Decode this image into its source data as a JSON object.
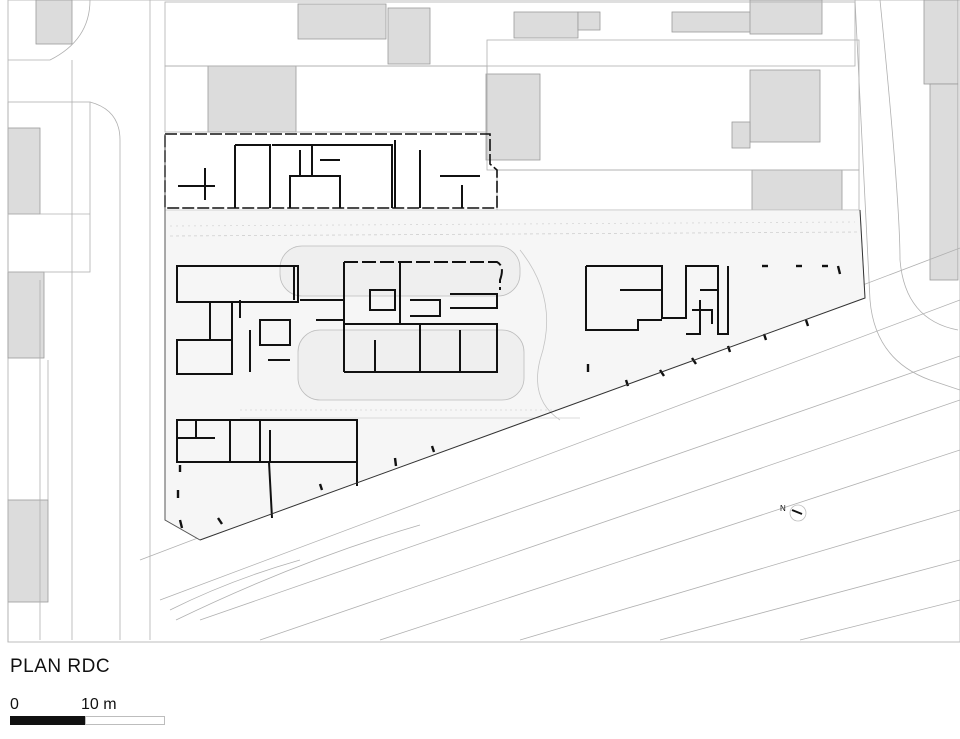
{
  "title": "PLAN RDC",
  "scale": {
    "zero": "0",
    "ten": "10 m"
  },
  "north": {
    "label": "N"
  },
  "colors": {
    "wall": "#111111",
    "context_line": "#9a9a9a",
    "building_fill": "#dcdcdc",
    "courtyard": "#f4f4f4"
  }
}
